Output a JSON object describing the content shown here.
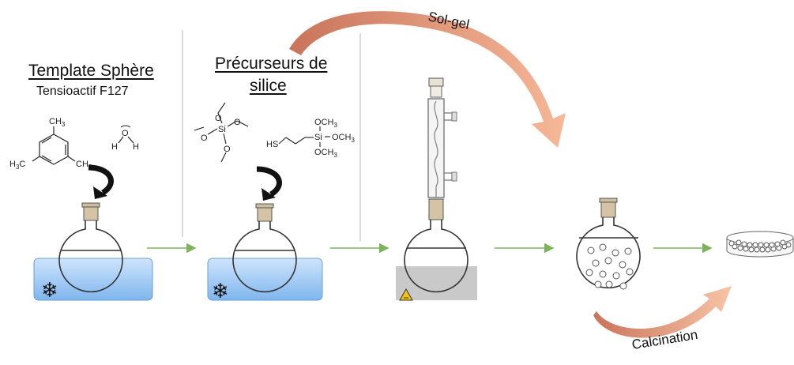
{
  "step1": {
    "title": "Template Sphère",
    "subtitle": "Tensioactif F127",
    "mol_methyl": "CH3",
    "water_h": "H",
    "water_o": "O"
  },
  "step2": {
    "title_line1": "Précurseurs de",
    "title_line2": "silice",
    "si": "Si",
    "o": "O",
    "hs": "HS",
    "och3": "OCH3"
  },
  "arrows": {
    "solgel": "Sol-gel",
    "calcination": "Calcination"
  },
  "symbols": {
    "snowflake": "❄"
  }
}
